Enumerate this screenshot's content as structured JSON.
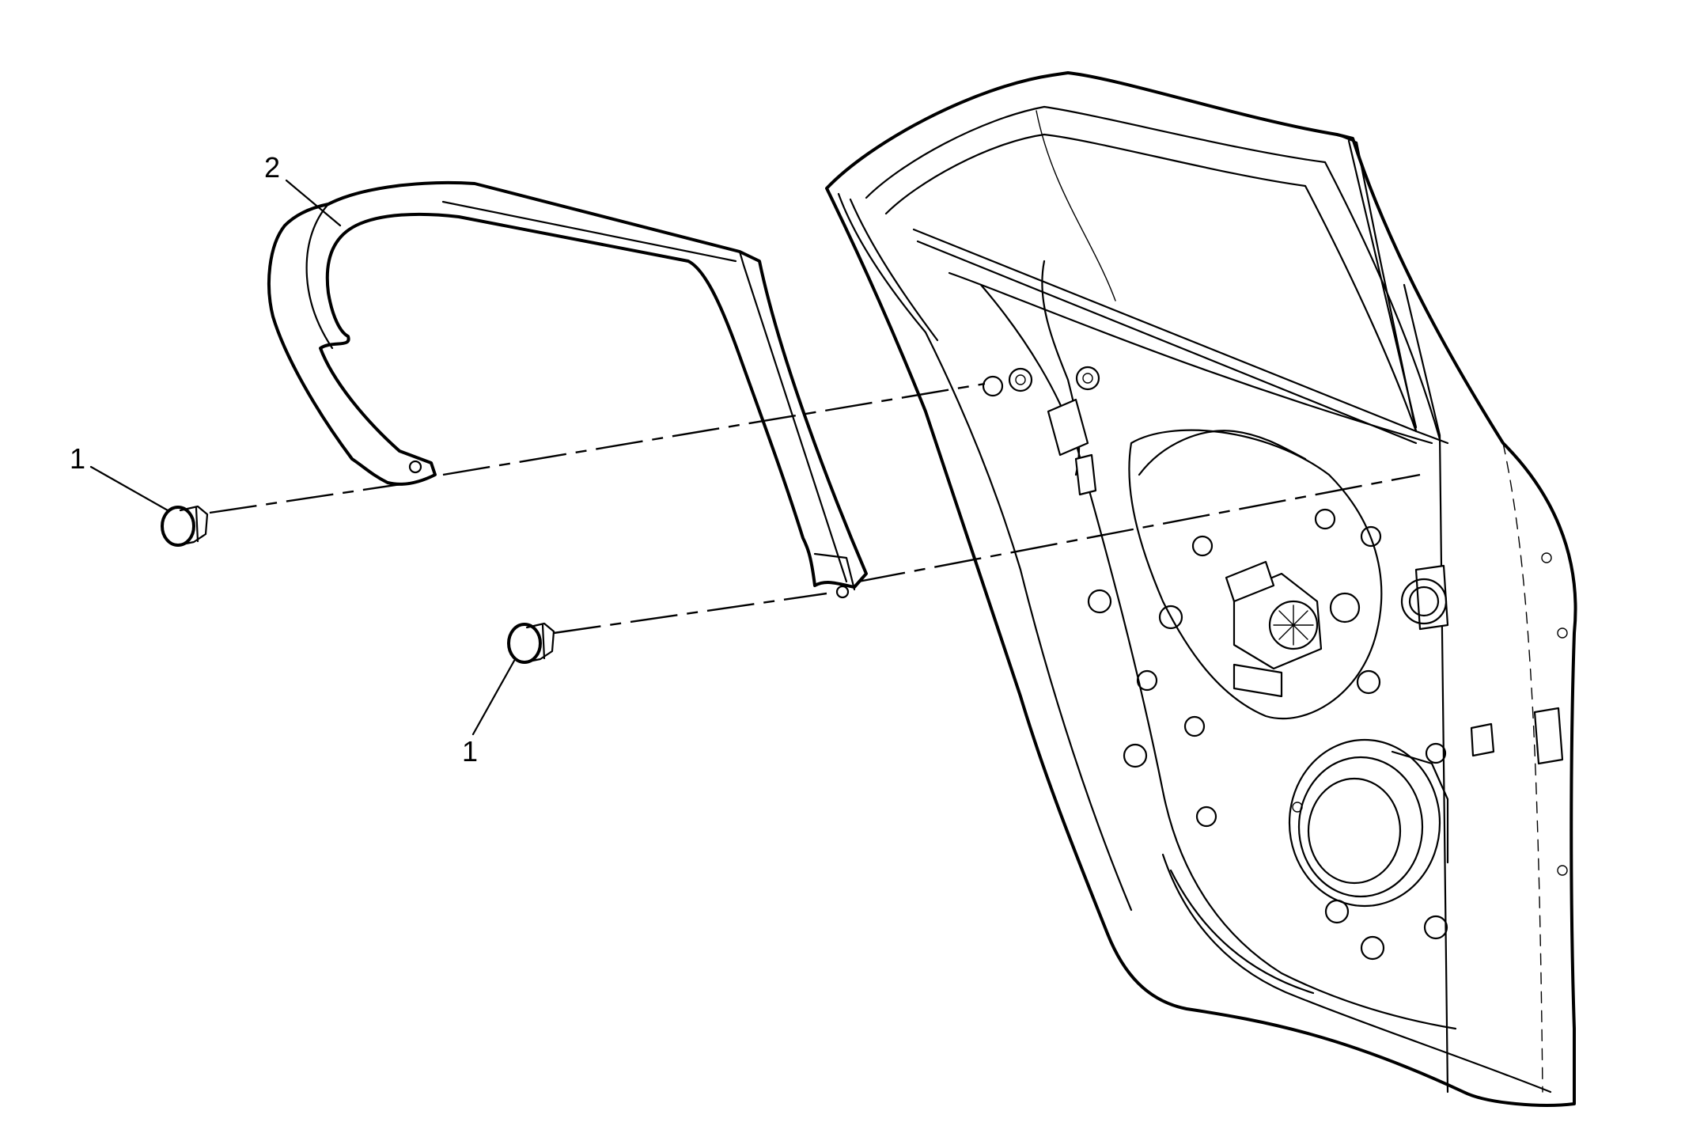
{
  "diagram": {
    "callouts": [
      {
        "id": "c1a",
        "label": "1",
        "part": "fastener"
      },
      {
        "id": "c1b",
        "label": "1",
        "part": "fastener"
      },
      {
        "id": "c2",
        "label": "2",
        "part": "applique-molding"
      }
    ]
  }
}
